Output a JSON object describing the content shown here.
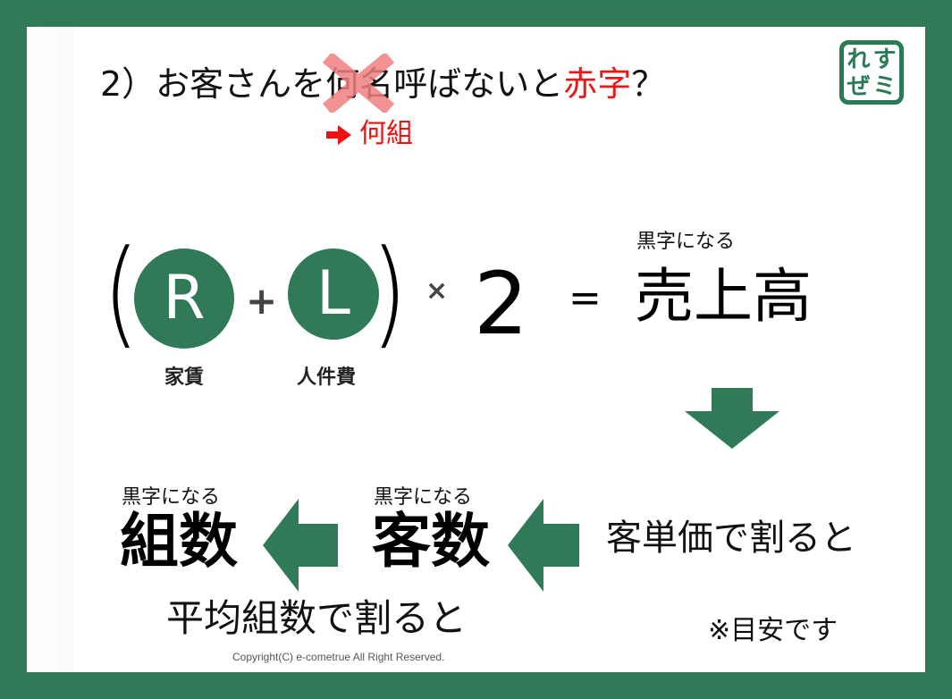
{
  "colors": {
    "frame": "#317a57",
    "accent_green": "#317a57",
    "red": "#e81818",
    "strike_mark": "#f08080"
  },
  "title": {
    "prefix": "2）お客さんを",
    "struck": "何名",
    "middle": "呼ばないと",
    "red_word": "赤字",
    "suffix": "？"
  },
  "correction": {
    "arrow_icon": "right-arrow-icon",
    "text": "何組"
  },
  "logo": {
    "chars": [
      "れ",
      "す",
      "ぜ",
      "ミ"
    ]
  },
  "formula": {
    "open_paren": "(",
    "term1": "R",
    "term1_label": "家賃",
    "plus": "+",
    "term2": "L",
    "term2_label": "人件費",
    "close_paren": ")",
    "times": "×",
    "multiplier": "2",
    "equals": "=",
    "result_caption": "黒字になる",
    "result": "売上高"
  },
  "flow": {
    "step1_text": "客単価で割ると",
    "step2_caption": "黒字になる",
    "step2_result": "客数",
    "step3_caption": "黒字になる",
    "step3_result": "組数",
    "step3_text": "平均組数で割ると"
  },
  "note": "※目安です",
  "copyright": "Copyright(C) e-cometrue All Right Reserved."
}
